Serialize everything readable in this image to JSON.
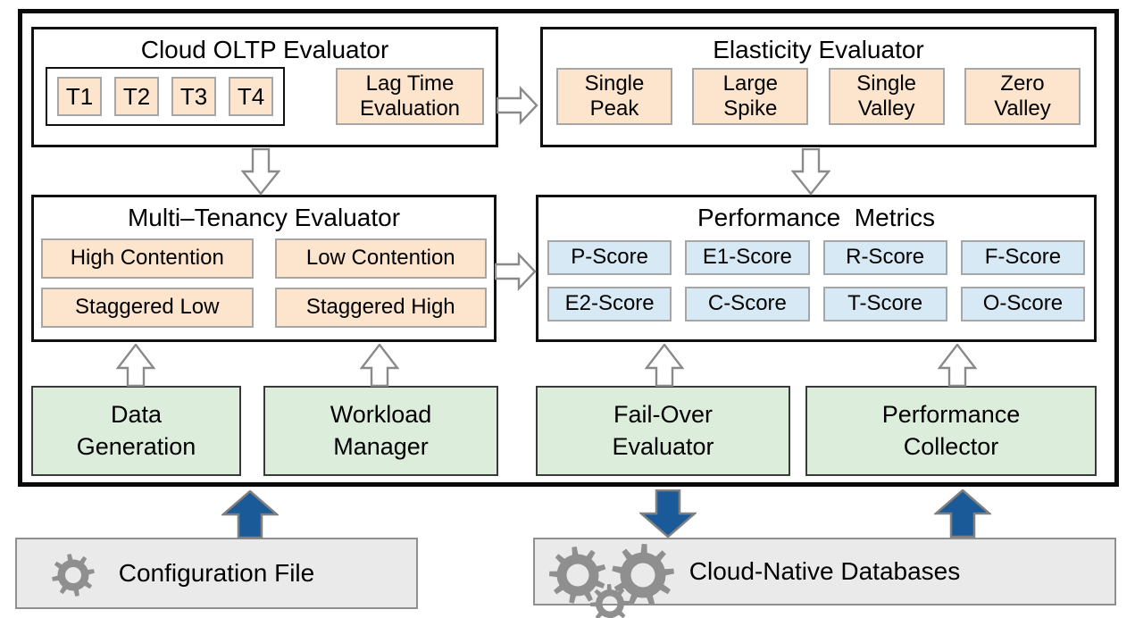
{
  "colors": {
    "peach": "#FCE4CD",
    "score_blue": "#D6E9F5",
    "green": "#DCEDDB",
    "gray_box": "#EAEAEA",
    "arrow_blue": "#1A5A99",
    "chip_border": "#A6A6A6",
    "gear_gray": "#8F8F8F"
  },
  "oltp": {
    "title": "Cloud OLTP Evaluator",
    "tenants": [
      "T1",
      "T2",
      "T3",
      "T4"
    ],
    "lag_lines": [
      "Lag Time",
      "Evaluation"
    ]
  },
  "elasticity": {
    "title": "Elasticity Evaluator",
    "items": [
      [
        "Single",
        "Peak"
      ],
      [
        "Large",
        "Spike"
      ],
      [
        "Single",
        "Valley"
      ],
      [
        "Zero",
        "Valley"
      ]
    ]
  },
  "tenancy": {
    "title": "Multi–Tenancy Evaluator",
    "items": [
      "High Contention",
      "Low Contention",
      "Staggered Low",
      "Staggered High"
    ]
  },
  "metrics": {
    "title": "Performance  Metrics",
    "items": [
      "P-Score",
      "E1-Score",
      "R-Score",
      "F-Score",
      "E2-Score",
      "C-Score",
      "T-Score",
      "O-Score"
    ]
  },
  "green": [
    [
      "Data",
      "Generation"
    ],
    [
      "Workload",
      "Manager"
    ],
    [
      "Fail-Over",
      "Evaluator"
    ],
    [
      "Performance",
      "Collector"
    ]
  ],
  "external": [
    {
      "label": "Configuration File"
    },
    {
      "label": "Cloud-Native Databases"
    }
  ]
}
